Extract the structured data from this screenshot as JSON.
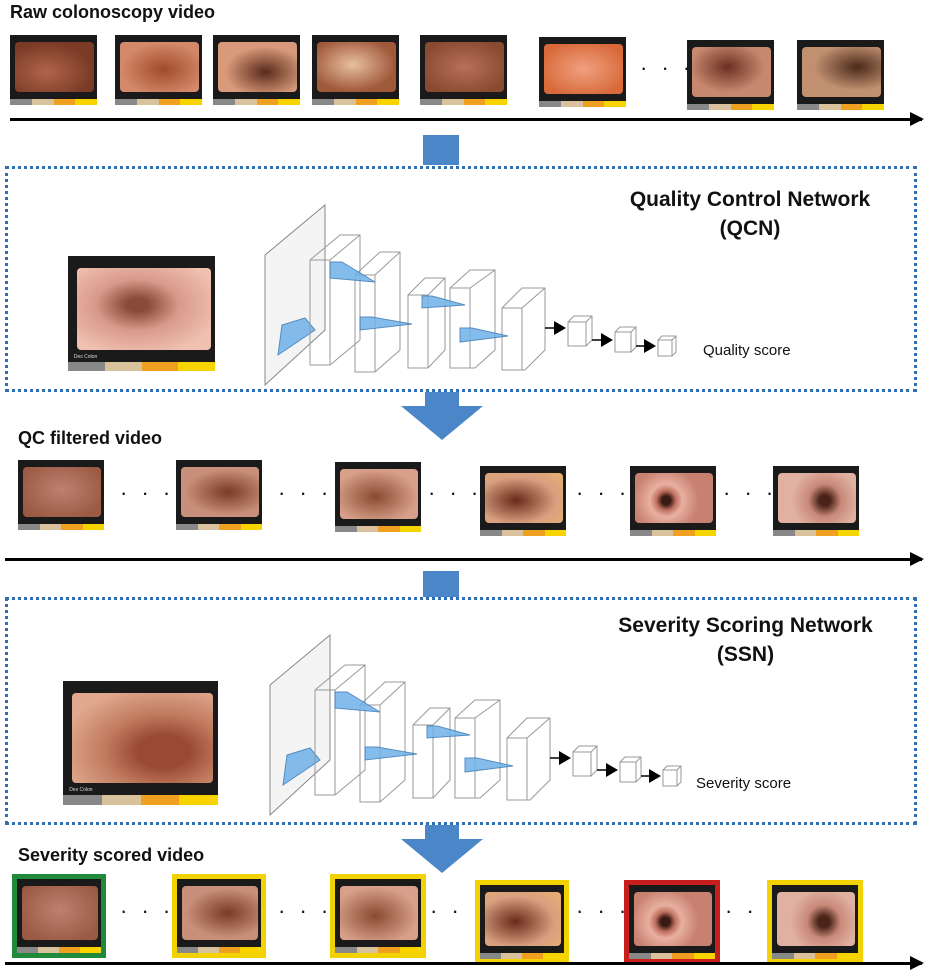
{
  "labels": {
    "raw_video": "Raw colonoscopy video",
    "qc_filtered": "QC filtered video",
    "severity_scored": "Severity scored video"
  },
  "qcn": {
    "title_line1": "Quality Control Network",
    "title_line2": "(QCN)",
    "output_label": "Quality score"
  },
  "ssn": {
    "title_line1": "Severity Scoring Network",
    "title_line2": "(SSN)",
    "output_label": "Severity score"
  },
  "frame_tags": {
    "desc_colon": "Des Colon"
  },
  "ellipsis": "· · ·",
  "colors": {
    "dotted_border": "#2f6fb4",
    "arrow_blue": "#4a86c8",
    "score_green": "#1f8a3a",
    "score_yellow": "#f2d200",
    "score_red": "#c81e1e"
  }
}
